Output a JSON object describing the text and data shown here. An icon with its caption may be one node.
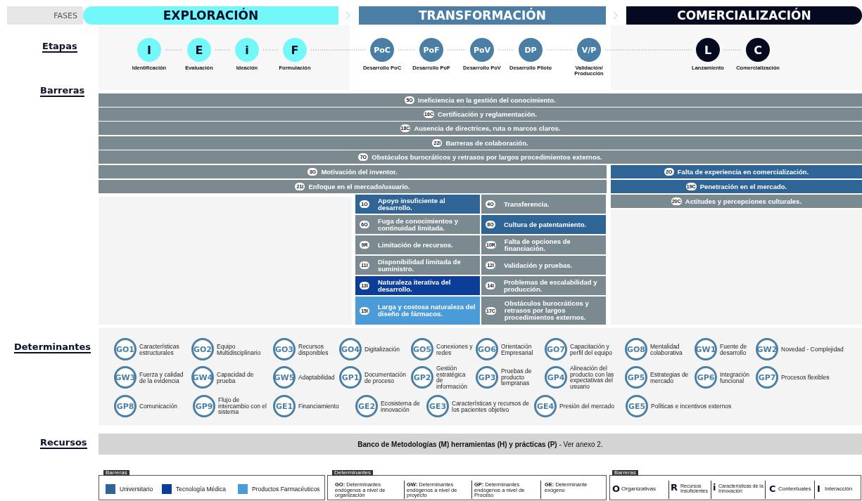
{
  "diagram": {
    "nodes": [
      {
        "text": [
          "FASES"
        ]
      },
      {
        "text": [
          "EXPLORACIÓN"
        ]
      },
      {
        "text": [
          "TRANSFORMACIÓN"
        ]
      },
      {
        "text": [
          "COMERCIALIZACIÓN"
        ]
      },
      {
        "text": [
          "I"
        ],
        "beside": [
          "Identificación"
        ]
      },
      {
        "text": [
          "E"
        ],
        "beside": [
          "Evaluación"
        ]
      },
      {
        "text": [
          "i"
        ],
        "beside": [
          "Ideación"
        ]
      },
      {
        "text": [
          "F"
        ],
        "beside": [
          "Formulación"
        ]
      },
      {
        "text": [
          "PoC"
        ],
        "beside": [
          "Desarrollo PoC"
        ]
      },
      {
        "text": [
          "PoF"
        ],
        "beside": [
          "Desarrollo PoF"
        ]
      },
      {
        "text": [
          "PoV"
        ],
        "beside": [
          "Desarrollo PoV"
        ]
      },
      {
        "text": [
          "DP"
        ],
        "beside": [
          "Desarrollo Piloto"
        ]
      },
      {
        "text": [
          "V/P"
        ],
        "beside": [
          "Validación/ Producción"
        ]
      },
      {
        "text": [
          "L"
        ],
        "beside": [
          "Lanzamiento"
        ]
      },
      {
        "text": [
          "C"
        ],
        "beside": [
          "Comercialización"
        ]
      },
      {
        "text": [
          "5O",
          "Ineficiencia en la gestión del conocimiento."
        ]
      },
      {
        "text": [
          "16C",
          "Certificación y reglamentación."
        ]
      },
      {
        "text": [
          "18C",
          "Ausencia de directrices, ruta o marcos claros."
        ]
      },
      {
        "text": [
          "22I",
          "Barreras de colaboración."
        ]
      },
      {
        "text": [
          "7O",
          "Obstáculos burocráticos y retrasos por largos procedimientos externos."
        ]
      },
      {
        "text": [
          "3O",
          "Motivación del inventor."
        ]
      },
      {
        "text": [
          "2O",
          "Falta de experiencia en comercialización."
        ]
      },
      {
        "text": [
          "21I",
          "Enfoque en el mercado/usuario."
        ]
      },
      {
        "text": [
          "19C",
          "Penetración en el mercado."
        ]
      },
      {
        "text": [
          "1O",
          "Apoyo insuficiente al desarrollo."
        ]
      },
      {
        "text": [
          "4O",
          "Transferencia."
        ]
      },
      {
        "text": [
          "20C",
          "Actitudes y percepciones culturales."
        ]
      },
      {
        "text": [
          "6O",
          "Fuga de conocimientos y continuidad limitada."
        ]
      },
      {
        "text": [
          "8O",
          "Cultura de patentamiento."
        ]
      },
      {
        "text": [
          "9R",
          "Limitación de recursos."
        ]
      },
      {
        "text": [
          "10R",
          "Falta de opciones de financiación."
        ]
      },
      {
        "text": [
          "11I",
          "Disponibilidad limitada de suministro."
        ]
      },
      {
        "text": [
          "12I",
          "Validación y pruebas."
        ]
      },
      {
        "text": [
          "13I",
          "Naturaleza iterativa del desarrollo."
        ]
      },
      {
        "text": [
          "14I",
          "Problemas de escalabilidad y producción."
        ]
      },
      {
        "text": [
          "15I",
          "Larga y costosa naturaleza del diseño de fármacos."
        ]
      },
      {
        "text": [
          "17C",
          "Obstáculos burocráticos y retrasos por largos procedimientos externos."
        ]
      },
      {
        "text": [
          "GO1"
        ],
        "beside": [
          "Características estructurales"
        ]
      },
      {
        "text": [
          "GO2"
        ],
        "beside": [
          "Equipo Multidisciplinario"
        ]
      },
      {
        "text": [
          "GO3"
        ],
        "beside": [
          "Recursos disponibles"
        ]
      },
      {
        "text": [
          "GO4"
        ],
        "beside": [
          "Digitalización"
        ]
      },
      {
        "text": [
          "GO5"
        ],
        "beside": [
          "Conexiones y redes"
        ]
      },
      {
        "text": [
          "GO6"
        ],
        "beside": [
          "Orientación Empresarial"
        ]
      },
      {
        "text": [
          "GO7"
        ],
        "beside": [
          "Capacitación y perfil del equipo"
        ]
      },
      {
        "text": [
          "GO8"
        ],
        "beside": [
          "Mentalidad colaborativa"
        ]
      },
      {
        "text": [
          "GW1"
        ],
        "beside": [
          "Fuente de desarrollo"
        ]
      },
      {
        "text": [
          "GW2"
        ],
        "beside": [
          "Novedad - Complejidad"
        ]
      },
      {
        "text": [
          "GW3"
        ],
        "beside": [
          "Fuerza y calidad de la evidencia"
        ]
      },
      {
        "text": [
          "GW4"
        ],
        "beside": [
          "Capacidad de prueba"
        ]
      },
      {
        "text": [
          "GW5"
        ],
        "beside": [
          "Adaptabilidad"
        ]
      },
      {
        "text": [
          "GP1"
        ],
        "beside": [
          "Documentación de proceso"
        ]
      },
      {
        "text": [
          "GP2"
        ],
        "beside": [
          "Gestión estratégica de información"
        ]
      },
      {
        "text": [
          "GP3"
        ],
        "beside": [
          "Pruebas de producto tempranas"
        ]
      },
      {
        "text": [
          "GP4"
        ],
        "beside": [
          "Alineación del producto con las expectativas del usuario"
        ]
      },
      {
        "text": [
          "GP5"
        ],
        "beside": [
          "Estrategias de mercado"
        ]
      },
      {
        "text": [
          "GP6"
        ],
        "beside": [
          "Integración funcional"
        ]
      },
      {
        "text": [
          "GP7"
        ],
        "beside": [
          "Procesos flexibles"
        ]
      },
      {
        "text": [
          "GP8"
        ],
        "beside": [
          "Comunicación"
        ]
      },
      {
        "text": [
          "GP9"
        ],
        "beside": [
          "Flujo de intercambio con el sistema"
        ]
      },
      {
        "text": [
          "GE1"
        ],
        "beside": [
          "Financiamiento"
        ]
      },
      {
        "text": [
          "GE2"
        ],
        "beside": [
          "Ecosistema de innovación"
        ]
      },
      {
        "text": [
          "GE3"
        ],
        "beside": [
          "Características y recursos de los pacientes objetivo"
        ]
      },
      {
        "text": [
          "GE4"
        ],
        "beside": [
          "Presión del mercado"
        ]
      },
      {
        "text": [
          "GE5"
        ],
        "beside": [
          "Políticas e incentivos externos"
        ]
      },
      {
        "text": [
          "**Banco de Metodologías (M) herramientas (H) y prácticas (P)** - Ver anexo 2."
        ]
      }
    ],
    "edges": [
      {
        "from": 4,
        "to": 5,
        "arrow": "none",
        "style": "dashed"
      },
      {
        "from": 5,
        "to": 6,
        "arrow": "none",
        "style": "dashed"
      },
      {
        "from": 6,
        "to": 7,
        "arrow": "none",
        "style": "dashed"
      },
      {
        "from": 7,
        "to": 8,
        "arrow": "none",
        "style": "dashed"
      },
      {
        "from": 8,
        "to": 9,
        "arrow": "none",
        "style": "dashed"
      },
      {
        "from": 9,
        "to": 10,
        "arrow": "none",
        "style": "dashed"
      },
      {
        "from": 10,
        "to": 11,
        "arrow": "none",
        "style": "dashed"
      },
      {
        "from": 11,
        "to": 12,
        "arrow": "none",
        "style": "dashed"
      },
      {
        "from": 12,
        "to": 13,
        "arrow": "none",
        "style": "dashed"
      },
      {
        "from": 13,
        "to": 14,
        "arrow": "none",
        "style": "dashed"
      }
    ],
    "labels": [
      "Etapas",
      "Barreras",
      "Determinantes",
      "Recursos",
      "Barreras",
      "Determinantes",
      "**GO:** Determinantes endógenos a nivel de organización",
      "**GW:** Determinantes endógenos a nivel de proyecto",
      "**GP:** Determinantes endógenos a nivel de Proceso",
      "**GE:** Determinante exógeno",
      "Barreras",
      "O",
      "Organizativas",
      "R",
      "Recursos Insuficientes",
      "i",
      "Características de la Innovación",
      "C",
      "Contextuales",
      "I",
      "Interacción"
    ],
    "legend": [
      {
        "text": "Universitario",
        "color": "#2e6496"
      },
      {
        "text": "Tecnología Médica",
        "color": "#0b3d99"
      },
      {
        "text": "Productos Farmacéuticos",
        "color": "#4a9bd8"
      }
    ]
  }
}
